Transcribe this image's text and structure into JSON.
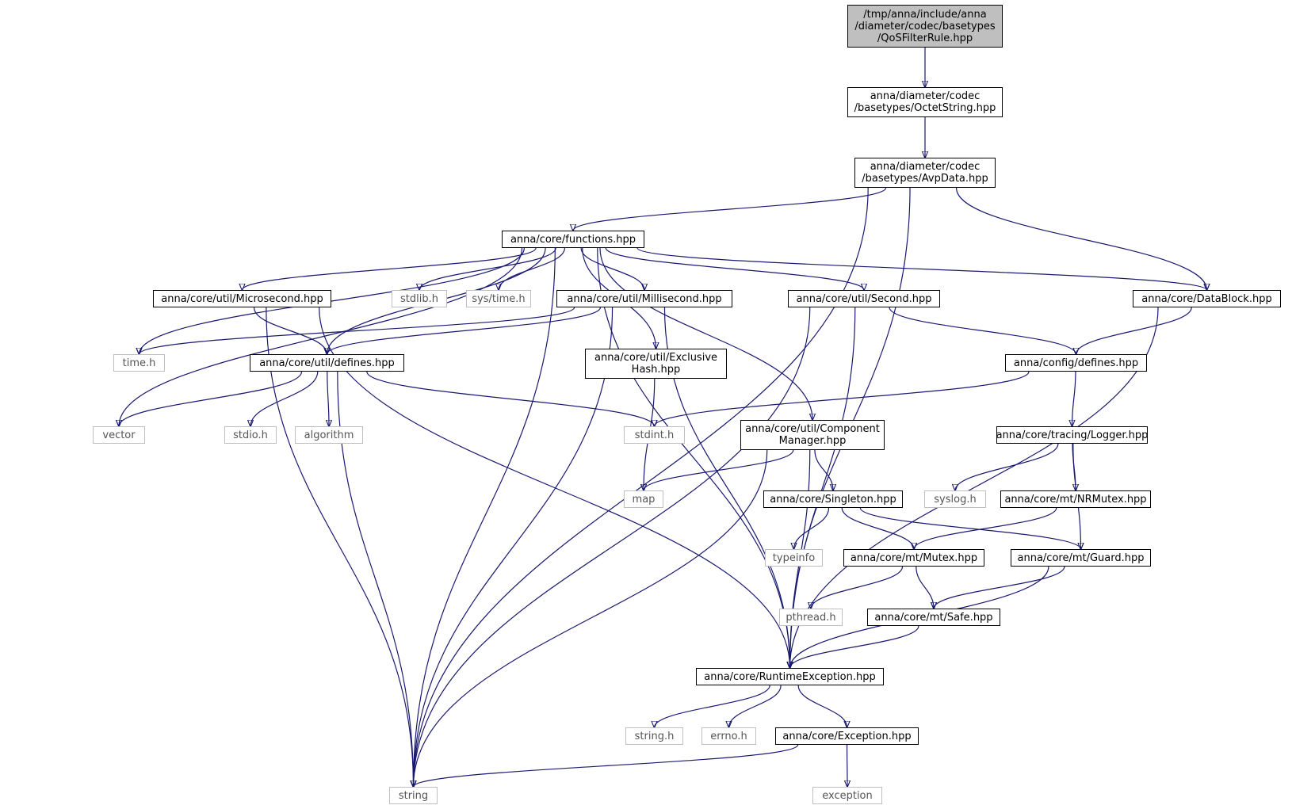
{
  "colors": {
    "edge": "#191970",
    "root_fill": "#bfbfbf",
    "local_border": "#000000",
    "system_border": "#bfbfbf"
  },
  "nodes": [
    {
      "id": "root",
      "label": "/tmp/anna/include/anna\n/diameter/codec/basetypes\n/QoSFilterRule.hpp",
      "kind": "root"
    },
    {
      "id": "octet",
      "label": "anna/diameter/codec\n/basetypes/OctetString.hpp",
      "kind": "local"
    },
    {
      "id": "avp",
      "label": "anna/diameter/codec\n/basetypes/AvpData.hpp",
      "kind": "local"
    },
    {
      "id": "functions",
      "label": "anna/core/functions.hpp",
      "kind": "local"
    },
    {
      "id": "micro",
      "label": "anna/core/util/Microsecond.hpp",
      "kind": "local"
    },
    {
      "id": "stdlib",
      "label": "stdlib.h",
      "kind": "system"
    },
    {
      "id": "systime",
      "label": "sys/time.h",
      "kind": "system"
    },
    {
      "id": "milli",
      "label": "anna/core/util/Millisecond.hpp",
      "kind": "local"
    },
    {
      "id": "second",
      "label": "anna/core/util/Second.hpp",
      "kind": "local"
    },
    {
      "id": "datablock",
      "label": "anna/core/DataBlock.hpp",
      "kind": "local"
    },
    {
      "id": "timeh",
      "label": "time.h",
      "kind": "system"
    },
    {
      "id": "udefines",
      "label": "anna/core/util/defines.hpp",
      "kind": "local"
    },
    {
      "id": "exhash",
      "label": "anna/core/util/Exclusive\nHash.hpp",
      "kind": "local"
    },
    {
      "id": "cdefines",
      "label": "anna/config/defines.hpp",
      "kind": "local"
    },
    {
      "id": "vector",
      "label": "vector",
      "kind": "system"
    },
    {
      "id": "stdio",
      "label": "stdio.h",
      "kind": "system"
    },
    {
      "id": "algorithm",
      "label": "algorithm",
      "kind": "system"
    },
    {
      "id": "stdint",
      "label": "stdint.h",
      "kind": "system"
    },
    {
      "id": "compmgr",
      "label": "anna/core/util/Component\nManager.hpp",
      "kind": "local"
    },
    {
      "id": "logger",
      "label": "anna/core/tracing/Logger.hpp",
      "kind": "local"
    },
    {
      "id": "map",
      "label": "map",
      "kind": "system"
    },
    {
      "id": "singleton",
      "label": "anna/core/Singleton.hpp",
      "kind": "local"
    },
    {
      "id": "syslog",
      "label": "syslog.h",
      "kind": "system"
    },
    {
      "id": "nrmutex",
      "label": "anna/core/mt/NRMutex.hpp",
      "kind": "local"
    },
    {
      "id": "typeinfo",
      "label": "typeinfo",
      "kind": "system"
    },
    {
      "id": "mutex",
      "label": "anna/core/mt/Mutex.hpp",
      "kind": "local"
    },
    {
      "id": "guard",
      "label": "anna/core/mt/Guard.hpp",
      "kind": "local"
    },
    {
      "id": "pthread",
      "label": "pthread.h",
      "kind": "system"
    },
    {
      "id": "safe",
      "label": "anna/core/mt/Safe.hpp",
      "kind": "local"
    },
    {
      "id": "runtime",
      "label": "anna/core/RuntimeException.hpp",
      "kind": "local"
    },
    {
      "id": "stringh",
      "label": "string.h",
      "kind": "system"
    },
    {
      "id": "errno",
      "label": "errno.h",
      "kind": "system"
    },
    {
      "id": "exception_hpp",
      "label": "anna/core/Exception.hpp",
      "kind": "local"
    },
    {
      "id": "string",
      "label": "string",
      "kind": "system"
    },
    {
      "id": "exception",
      "label": "exception",
      "kind": "system"
    }
  ],
  "edges": [
    [
      "root",
      "octet"
    ],
    [
      "octet",
      "avp"
    ],
    [
      "avp",
      "string"
    ],
    [
      "avp",
      "functions"
    ],
    [
      "avp",
      "datablock"
    ],
    [
      "avp",
      "runtime"
    ],
    [
      "functions",
      "micro"
    ],
    [
      "functions",
      "stdlib"
    ],
    [
      "functions",
      "systime"
    ],
    [
      "functions",
      "milli"
    ],
    [
      "functions",
      "second"
    ],
    [
      "functions",
      "datablock"
    ],
    [
      "functions",
      "timeh"
    ],
    [
      "functions",
      "udefines"
    ],
    [
      "functions",
      "exhash"
    ],
    [
      "functions",
      "vector"
    ],
    [
      "functions",
      "string"
    ],
    [
      "functions",
      "compmgr"
    ],
    [
      "functions",
      "runtime"
    ],
    [
      "micro",
      "udefines"
    ],
    [
      "micro",
      "runtime"
    ],
    [
      "micro",
      "string"
    ],
    [
      "milli",
      "timeh"
    ],
    [
      "milli",
      "udefines"
    ],
    [
      "milli",
      "runtime"
    ],
    [
      "milli",
      "string"
    ],
    [
      "second",
      "cdefines"
    ],
    [
      "second",
      "runtime"
    ],
    [
      "second",
      "string"
    ],
    [
      "datablock",
      "cdefines"
    ],
    [
      "datablock",
      "runtime"
    ],
    [
      "udefines",
      "vector"
    ],
    [
      "udefines",
      "stdio"
    ],
    [
      "udefines",
      "algorithm"
    ],
    [
      "udefines",
      "stdint"
    ],
    [
      "udefines",
      "string"
    ],
    [
      "exhash",
      "map"
    ],
    [
      "cdefines",
      "stdint"
    ],
    [
      "cdefines",
      "logger"
    ],
    [
      "compmgr",
      "map"
    ],
    [
      "compmgr",
      "singleton"
    ],
    [
      "compmgr",
      "runtime"
    ],
    [
      "compmgr",
      "string"
    ],
    [
      "logger",
      "syslog"
    ],
    [
      "logger",
      "nrmutex"
    ],
    [
      "logger",
      "guard"
    ],
    [
      "nrmutex",
      "mutex"
    ],
    [
      "singleton",
      "typeinfo"
    ],
    [
      "singleton",
      "mutex"
    ],
    [
      "singleton",
      "guard"
    ],
    [
      "mutex",
      "pthread"
    ],
    [
      "mutex",
      "safe"
    ],
    [
      "guard",
      "safe"
    ],
    [
      "guard",
      "runtime"
    ],
    [
      "safe",
      "runtime"
    ],
    [
      "runtime",
      "stringh"
    ],
    [
      "runtime",
      "errno"
    ],
    [
      "runtime",
      "exception_hpp"
    ],
    [
      "exception_hpp",
      "string"
    ],
    [
      "exception_hpp",
      "exception"
    ]
  ]
}
